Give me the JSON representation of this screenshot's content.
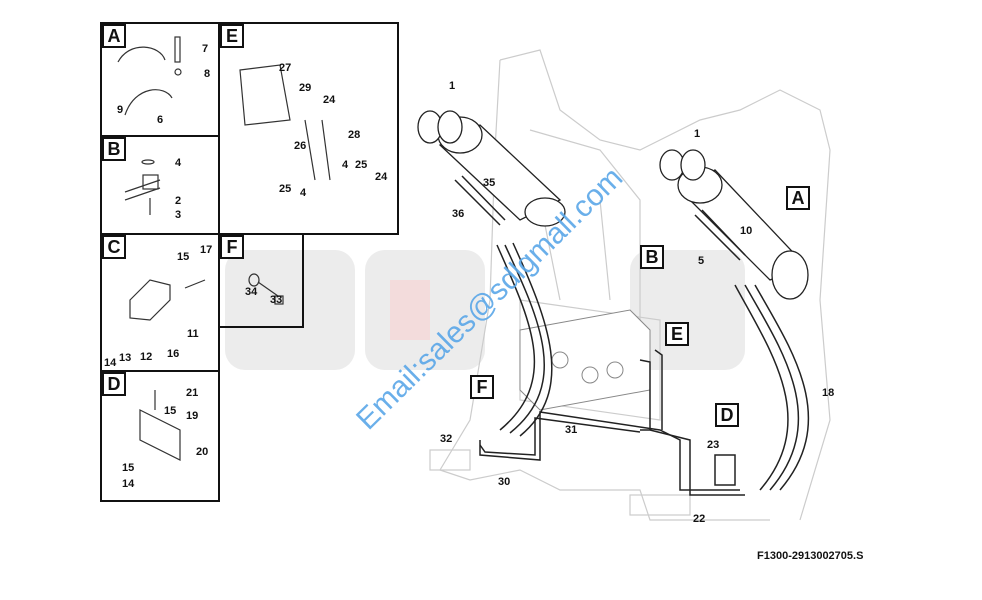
{
  "watermark": "Email:sales@sdlgmall.com",
  "drawing_code": "F1300-2913002705.S",
  "panels": {
    "A": {
      "letter": "A",
      "callouts": [
        "7",
        "8",
        "9",
        "6"
      ]
    },
    "B": {
      "letter": "B",
      "callouts": [
        "4",
        "2",
        "3"
      ]
    },
    "C": {
      "letter": "C",
      "callouts": [
        "15",
        "17",
        "11",
        "14",
        "13",
        "12",
        "16"
      ]
    },
    "D": {
      "letter": "D",
      "callouts": [
        "21",
        "15",
        "19",
        "20",
        "15",
        "14"
      ]
    },
    "E": {
      "letter": "E",
      "callouts": [
        "27",
        "29",
        "24",
        "28",
        "26",
        "25",
        "4",
        "4",
        "25",
        "24"
      ]
    },
    "F": {
      "letter": "F",
      "callouts": [
        "34",
        "33"
      ]
    }
  },
  "main": {
    "tags": [
      "A",
      "B",
      "E",
      "F",
      "D"
    ],
    "callouts": [
      "1",
      "35",
      "36",
      "1",
      "10",
      "5",
      "18",
      "31",
      "32",
      "23",
      "30",
      "22"
    ]
  }
}
